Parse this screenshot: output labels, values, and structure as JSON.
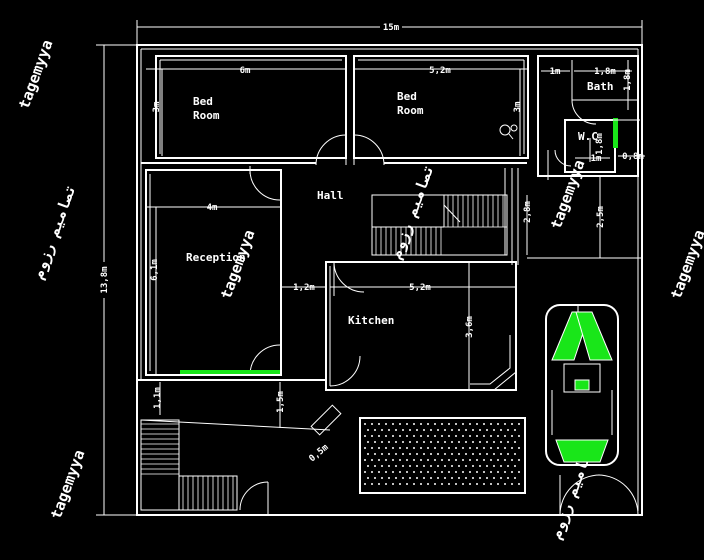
{
  "colors": {
    "background": "#000000",
    "lines": "#ffffff",
    "accent": "#19e619",
    "watermark": "#1f4a24"
  },
  "rooms": {
    "bedroom_left": [
      "Bed",
      "Room"
    ],
    "bedroom_right": [
      "Bed",
      "Room"
    ],
    "bath": "Bath",
    "wc": "W.C",
    "hall": "Hall",
    "reception": "Reception",
    "kitchen": "Kitchen"
  },
  "dimensions": {
    "overall_width": "15m",
    "overall_depth": "13,8m",
    "bed_left_width": "6m",
    "bed_left_depth": "3m",
    "bed_right_width": "5,2m",
    "bed_right_depth": "3m",
    "wc_width": "1m",
    "bath_width": "1,8m",
    "bath_depth": "1,8m",
    "wc_small": "1m",
    "wc_side": "0,8m",
    "wc_depth": "1,8m",
    "stair_depth": "2,8m",
    "parking_depth": "2,5m",
    "reception_width": "4m",
    "reception_depth": "6,1m",
    "passage": "1,2m",
    "kitchen_width": "5,2m",
    "kitchen_depth": "3,6m",
    "entry_depth": "1,5m",
    "stair_landing": "1,1m",
    "door_width": "0,5m"
  },
  "watermark": {
    "arabic": "تصاميم رزوم",
    "latin": "tagemyya"
  }
}
